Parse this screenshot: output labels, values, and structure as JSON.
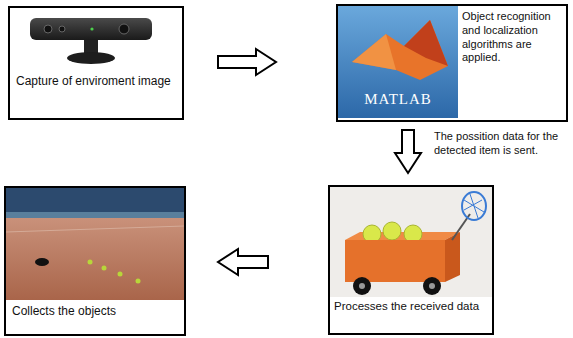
{
  "diagram": {
    "nodes": [
      {
        "text": [
          "Capture of enviroment image"
        ]
      },
      {
        "text": [
          "Object recognition and localization algorithms are applied."
        ]
      },
      {
        "text": [
          "Processes the received data"
        ]
      },
      {
        "text": [
          "Collects the objects"
        ]
      }
    ],
    "edges": [
      {
        "from": 0,
        "to": 1,
        "arrow": "to"
      },
      {
        "from": 1,
        "to": 2,
        "arrow": "to",
        "label": "The possition data for the detected item is sent."
      },
      {
        "from": 2,
        "to": 3,
        "arrow": "to"
      }
    ],
    "labels": [
      "MATLAB"
    ]
  }
}
